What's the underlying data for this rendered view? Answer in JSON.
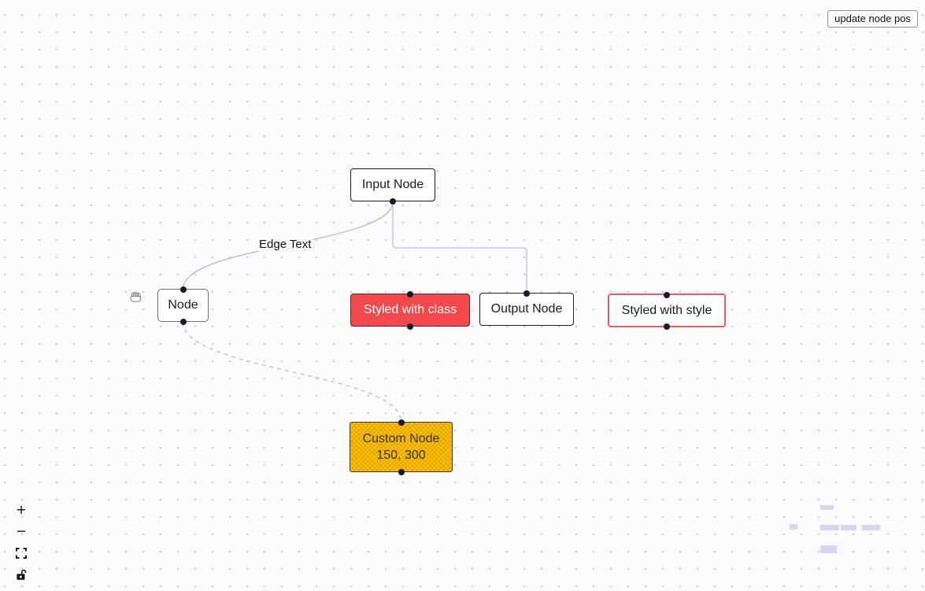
{
  "toolbar": {
    "update_button_label": "update node pos"
  },
  "edge_label": "Edge Text",
  "nodes": {
    "input": {
      "label": "Input Node"
    },
    "plain": {
      "label": "Node"
    },
    "styled_class": {
      "label": "Styled with class"
    },
    "output": {
      "label": "Output Node"
    },
    "styled_style": {
      "label": "Styled with style"
    },
    "custom": {
      "label": "Custom Node",
      "coords": "150, 300"
    }
  },
  "edges": {
    "input_to_node": {
      "type": "bezier",
      "label": "Edge Text"
    },
    "input_to_output": {
      "type": "smoothstep",
      "label": ""
    },
    "node_to_custom": {
      "type": "bezier-dashed",
      "label": ""
    }
  },
  "controls": {
    "zoom_in_label": "+",
    "zoom_out_label": "−",
    "fit_view_icon": "fit-view-corners-icon",
    "interactivity_icon": "unlock-icon"
  },
  "minimap": {
    "node_names": [
      "Input Node",
      "Node",
      "Styled with class",
      "Output Node",
      "Styled with style",
      "Custom Node"
    ]
  },
  "cursor": {
    "type": "grab-hand"
  },
  "colors": {
    "background": "#fbfbfd",
    "dot_grid": "#c9c9e2",
    "node_border_dark": "#1a192b",
    "node_red_bg": "#f5484d",
    "node_red_border": "#f0595f",
    "custom_yellow_bg": "#ffc400",
    "edge_default": "#b8b8c6",
    "edge_step": "#bcbce4",
    "minimap_node": "#d7d7f2"
  }
}
